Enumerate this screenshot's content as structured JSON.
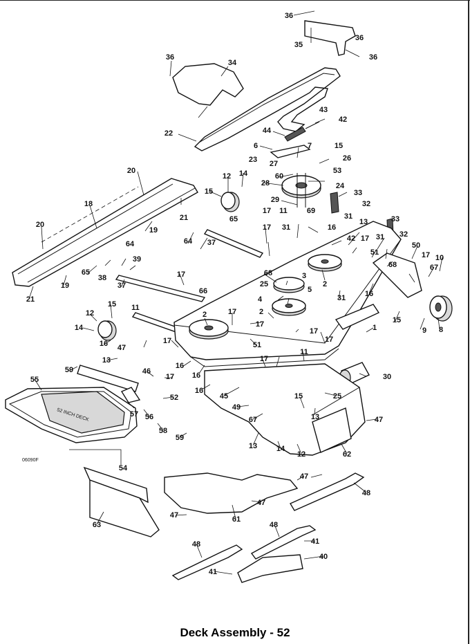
{
  "caption": "Deck Assembly - 52",
  "drawing_code": "06090F",
  "callouts": [
    {
      "label": "36"
    },
    {
      "label": "35"
    },
    {
      "label": "36"
    },
    {
      "label": "36"
    },
    {
      "label": "34"
    },
    {
      "label": "36"
    },
    {
      "label": "22"
    },
    {
      "label": "43"
    },
    {
      "label": "42"
    },
    {
      "label": "44"
    },
    {
      "label": "6"
    },
    {
      "label": "7"
    },
    {
      "label": "15"
    },
    {
      "label": "23"
    },
    {
      "label": "27"
    },
    {
      "label": "26"
    },
    {
      "label": "53"
    },
    {
      "label": "60"
    },
    {
      "label": "28"
    },
    {
      "label": "24"
    },
    {
      "label": "33"
    },
    {
      "label": "29"
    },
    {
      "label": "32"
    },
    {
      "label": "69"
    },
    {
      "label": "31"
    },
    {
      "label": "20"
    },
    {
      "label": "12"
    },
    {
      "label": "14"
    },
    {
      "label": "15"
    },
    {
      "label": "21"
    },
    {
      "label": "18"
    },
    {
      "label": "19"
    },
    {
      "label": "20"
    },
    {
      "label": "65"
    },
    {
      "label": "17"
    },
    {
      "label": "11"
    },
    {
      "label": "31"
    },
    {
      "label": "16"
    },
    {
      "label": "64"
    },
    {
      "label": "37"
    },
    {
      "label": "17"
    },
    {
      "label": "13"
    },
    {
      "label": "33"
    },
    {
      "label": "42"
    },
    {
      "label": "17"
    },
    {
      "label": "32"
    },
    {
      "label": "64"
    },
    {
      "label": "51"
    },
    {
      "label": "31"
    },
    {
      "label": "50"
    },
    {
      "label": "65"
    },
    {
      "label": "38"
    },
    {
      "label": "39"
    },
    {
      "label": "68"
    },
    {
      "label": "2"
    },
    {
      "label": "68"
    },
    {
      "label": "17"
    },
    {
      "label": "37"
    },
    {
      "label": "3"
    },
    {
      "label": "67"
    },
    {
      "label": "10"
    },
    {
      "label": "19"
    },
    {
      "label": "21"
    },
    {
      "label": "25"
    },
    {
      "label": "5"
    },
    {
      "label": "17"
    },
    {
      "label": "66"
    },
    {
      "label": "4"
    },
    {
      "label": "31"
    },
    {
      "label": "16"
    },
    {
      "label": "2"
    },
    {
      "label": "12"
    },
    {
      "label": "15"
    },
    {
      "label": "11"
    },
    {
      "label": "2"
    },
    {
      "label": "17"
    },
    {
      "label": "17"
    },
    {
      "label": "17"
    },
    {
      "label": "15"
    },
    {
      "label": "9"
    },
    {
      "label": "8"
    },
    {
      "label": "14"
    },
    {
      "label": "16"
    },
    {
      "label": "1"
    },
    {
      "label": "17"
    },
    {
      "label": "47"
    },
    {
      "label": "17"
    },
    {
      "label": "51"
    },
    {
      "label": "13"
    },
    {
      "label": "16"
    },
    {
      "label": "17"
    },
    {
      "label": "59"
    },
    {
      "label": "16"
    },
    {
      "label": "11"
    },
    {
      "label": "46"
    },
    {
      "label": "17"
    },
    {
      "label": "30"
    },
    {
      "label": "16"
    },
    {
      "label": "55"
    },
    {
      "label": "52"
    },
    {
      "label": "45"
    },
    {
      "label": "15"
    },
    {
      "label": "25"
    },
    {
      "label": "49"
    },
    {
      "label": "57"
    },
    {
      "label": "56"
    },
    {
      "label": "67"
    },
    {
      "label": "13"
    },
    {
      "label": "47"
    },
    {
      "label": "58"
    },
    {
      "label": "59"
    },
    {
      "label": "13"
    },
    {
      "label": "14"
    },
    {
      "label": "12"
    },
    {
      "label": "62"
    },
    {
      "label": "54"
    },
    {
      "label": "47"
    },
    {
      "label": "48"
    },
    {
      "label": "47"
    },
    {
      "label": "63"
    },
    {
      "label": "47"
    },
    {
      "label": "61"
    },
    {
      "label": "48"
    },
    {
      "label": "41"
    },
    {
      "label": "48"
    },
    {
      "label": "40"
    },
    {
      "label": "41"
    }
  ]
}
